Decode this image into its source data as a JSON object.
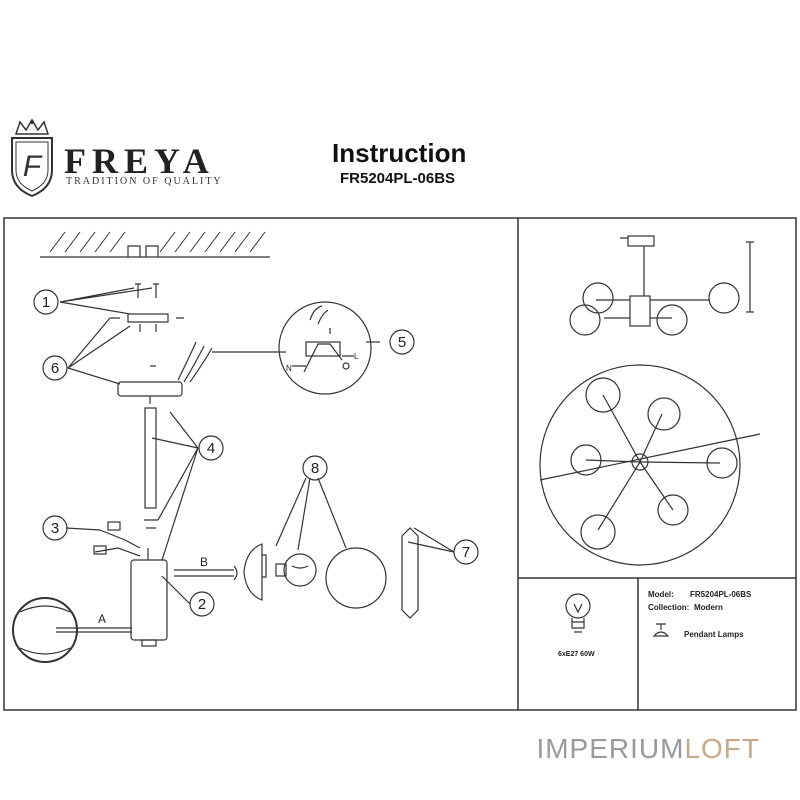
{
  "header": {
    "brand_name": "FREYA",
    "brand_tagline": "TRADITION OF QUALITY",
    "title": "Instruction",
    "model_code": "FR5204PL-06BS"
  },
  "callouts": [
    "1",
    "2",
    "3",
    "4",
    "5",
    "6",
    "7",
    "8"
  ],
  "labels": {
    "A": "A",
    "B": "B",
    "N": "N",
    "L": "L"
  },
  "bulb_spec": "6xE27 60W",
  "info": {
    "model_label": "Model:",
    "model_value": "FR5204PL-06BS",
    "collection_label": "Collection:",
    "collection_value": "Modern",
    "type_label": "Pendant Lamps"
  },
  "watermark": {
    "part1": "IMPERIUM",
    "part2": "LOFT"
  },
  "colors": {
    "line": "#333333",
    "watermark_gray": "#9a9a9a",
    "watermark_accent": "#c9a888"
  }
}
